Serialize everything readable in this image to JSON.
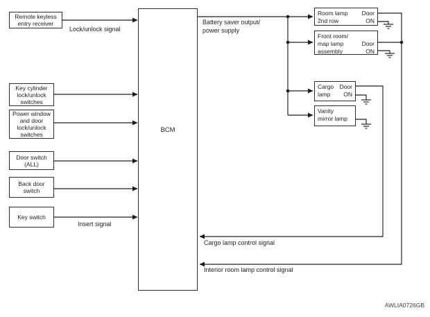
{
  "diagram": {
    "watermark": "AWLIA0726GB",
    "bcm": {
      "label": "BCM"
    },
    "sources": [
      {
        "label": "Remote keyless\nentry receiver"
      },
      {
        "label": "Key cylinder\nlock/unlock\nswitches"
      },
      {
        "label": "Power window\nand door\nlock/unlock\nswitches"
      },
      {
        "label": "Door switch\n(ALL)"
      },
      {
        "label": "Back door\nswitch"
      },
      {
        "label": "Key switch"
      }
    ],
    "lamps": [
      {
        "name": "Room lamp\n2nd row",
        "switch": "Door\nON"
      },
      {
        "name": "Front room/\nmap lamp\nassembly",
        "switch": "Door\nON"
      },
      {
        "name": "Cargo\nlamp",
        "switch": "Door\nON"
      },
      {
        "name": "Vanity\nmirror lamp"
      }
    ],
    "signals": {
      "lock_unlock": "Lock/unlock signal",
      "insert": "Insert signal",
      "battery": "Battery saver output/\npower supply",
      "cargo": "Cargo lamp control signal",
      "interior": "Interior room lamp control signal"
    },
    "colors": {
      "line": "#1c1c1c",
      "bg": "#ffffff"
    }
  }
}
